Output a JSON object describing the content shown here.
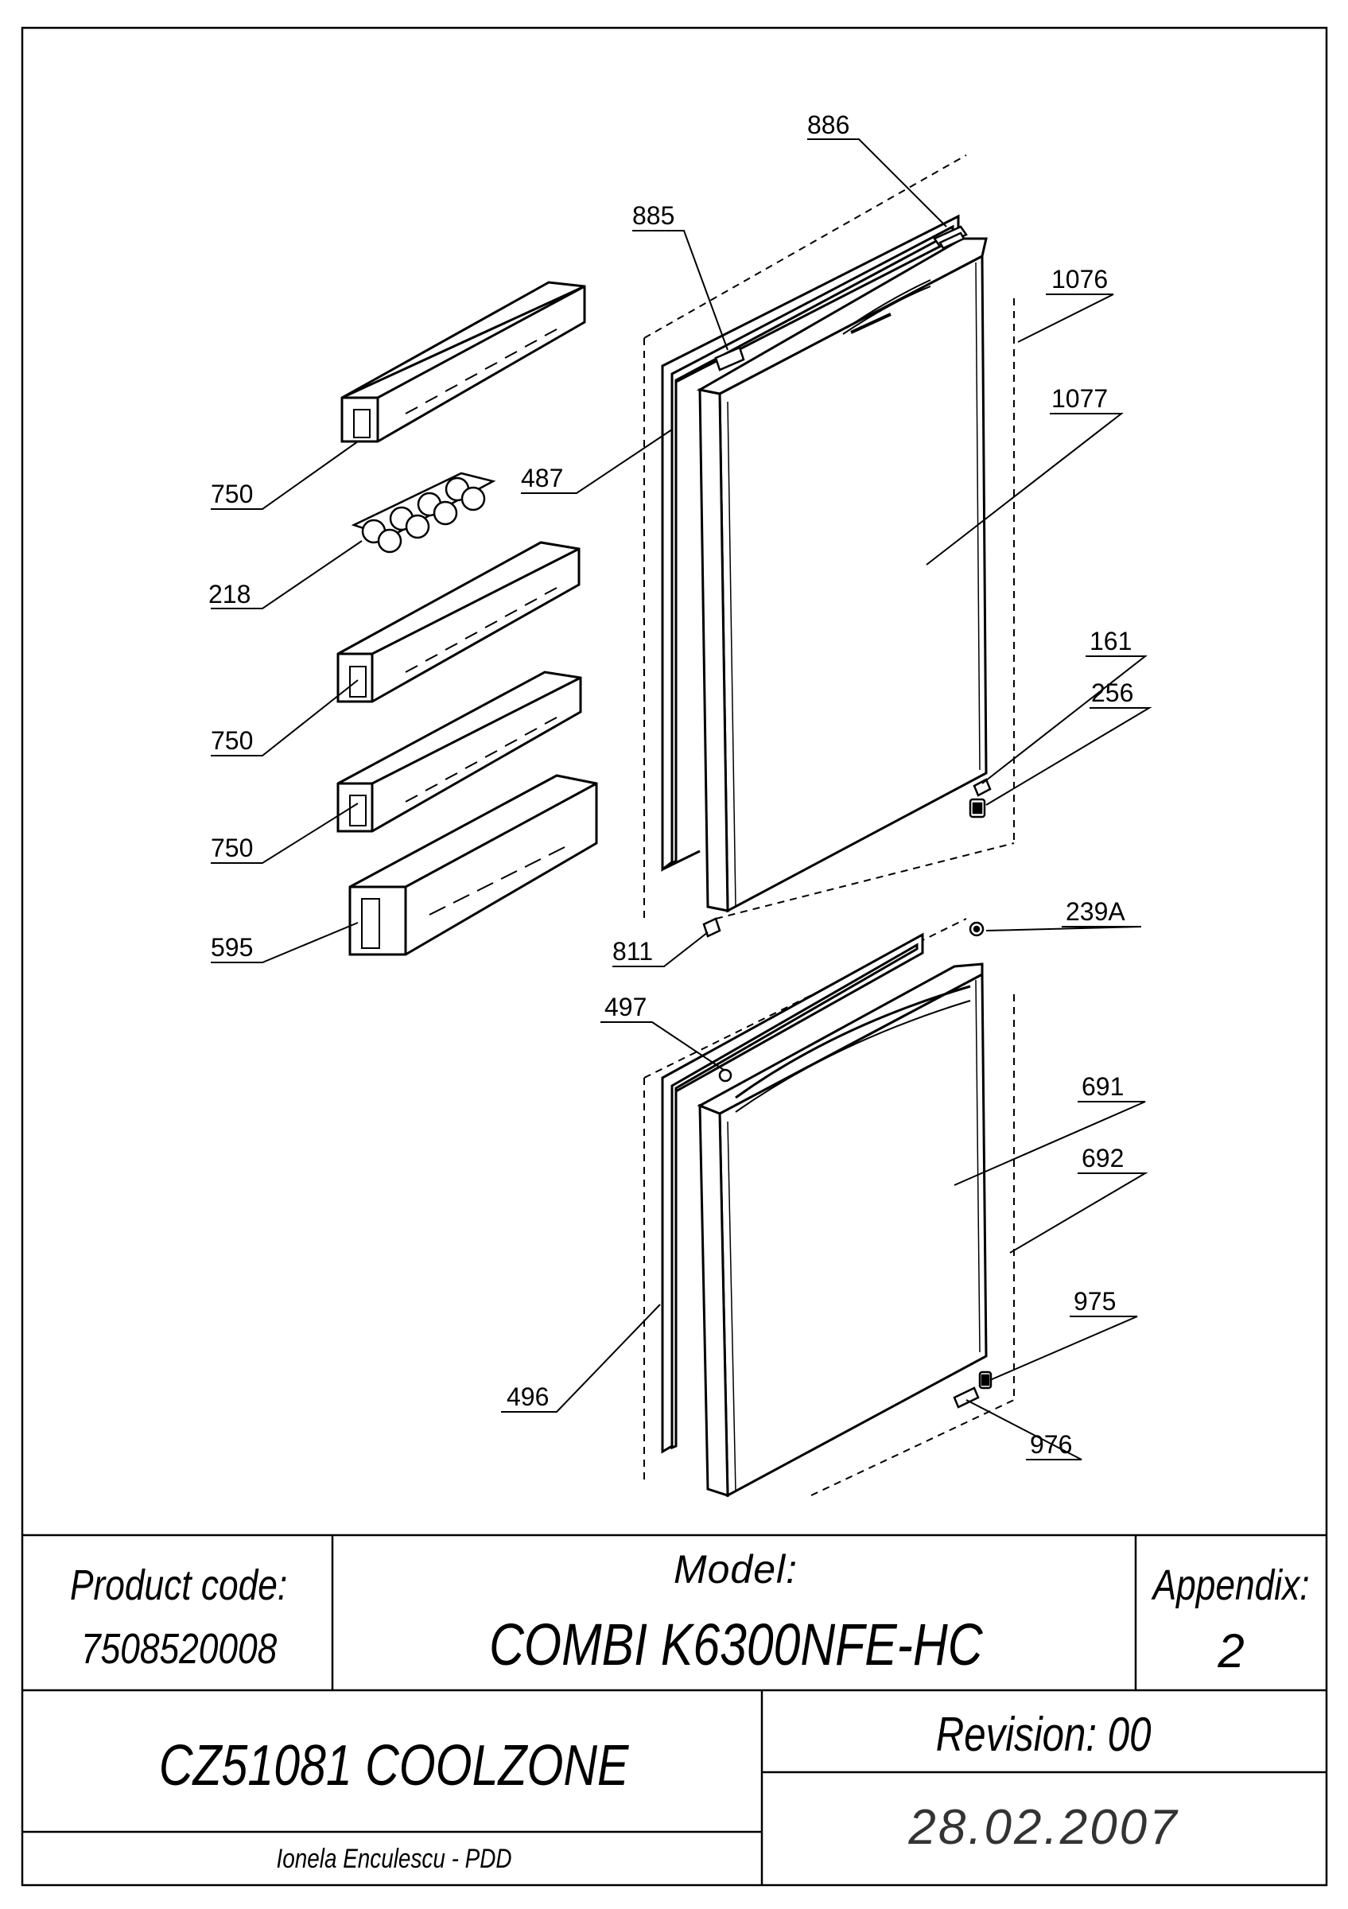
{
  "drawing": {
    "parts": [
      {
        "id": "callout-886",
        "text": "886"
      },
      {
        "id": "callout-885",
        "text": "885"
      },
      {
        "id": "callout-1076",
        "text": "1076"
      },
      {
        "id": "callout-1077",
        "text": "1077"
      },
      {
        "id": "callout-487",
        "text": "487"
      },
      {
        "id": "callout-750-a",
        "text": "750"
      },
      {
        "id": "callout-218",
        "text": "218"
      },
      {
        "id": "callout-750-b",
        "text": "750"
      },
      {
        "id": "callout-750-c",
        "text": "750"
      },
      {
        "id": "callout-595",
        "text": "595"
      },
      {
        "id": "callout-161",
        "text": "161"
      },
      {
        "id": "callout-256",
        "text": "256"
      },
      {
        "id": "callout-239a",
        "text": "239A"
      },
      {
        "id": "callout-811",
        "text": "811"
      },
      {
        "id": "callout-497",
        "text": "497"
      },
      {
        "id": "callout-691",
        "text": "691"
      },
      {
        "id": "callout-692",
        "text": "692"
      },
      {
        "id": "callout-975",
        "text": "975"
      },
      {
        "id": "callout-496",
        "text": "496"
      },
      {
        "id": "callout-976",
        "text": "976"
      }
    ]
  },
  "title_block": {
    "product_code_label": "Product code:",
    "product_code_value": "7508520008",
    "model_label": "Model:",
    "model_value": "COMBI K6300NFE-HC",
    "appendix_label": "Appendix:",
    "appendix_value": "2",
    "assembly_name": "CZ51081 COOLZONE",
    "revision": "Revision: 00",
    "author": "Ionela Enculescu - PDD",
    "date": "28.02.2007"
  }
}
